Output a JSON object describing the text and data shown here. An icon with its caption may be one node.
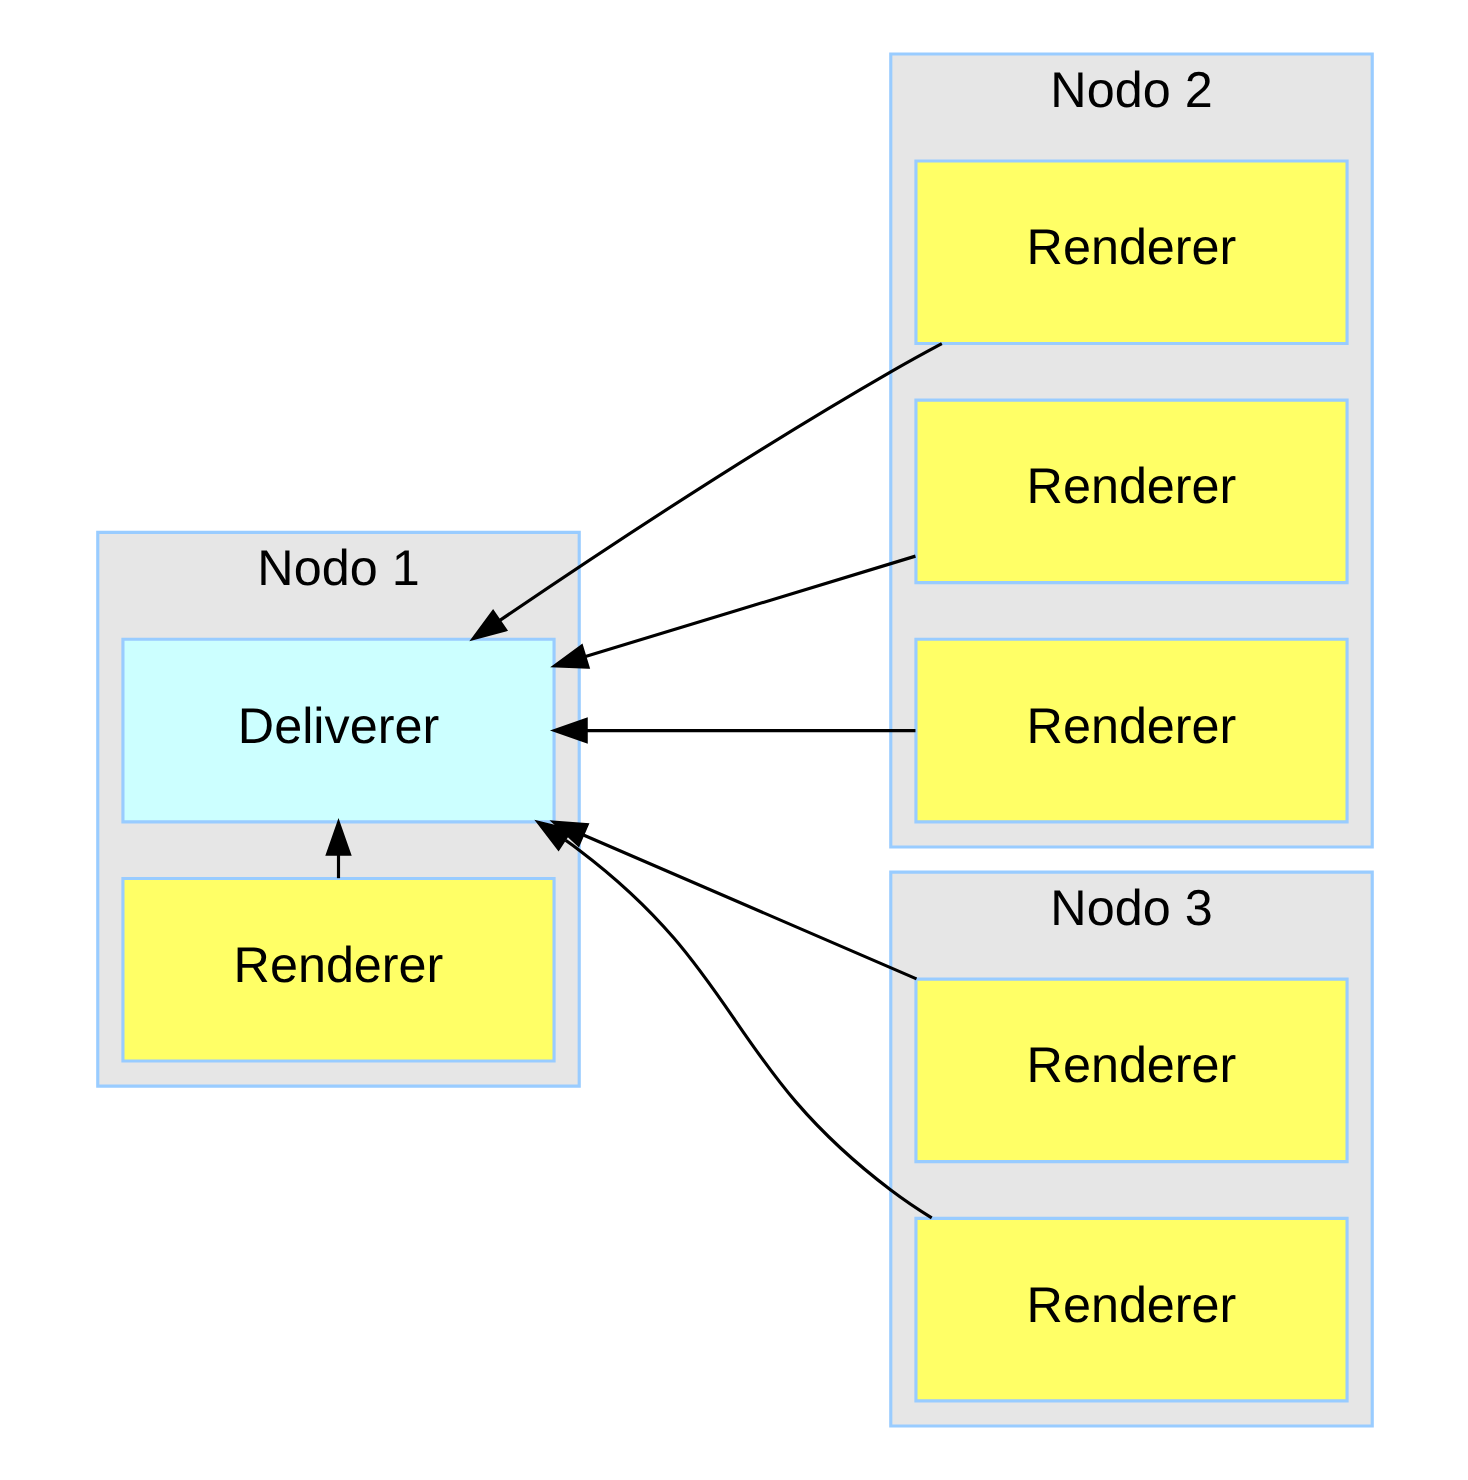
{
  "diagram": {
    "nodes": [
      {
        "text": [
          "Nodo 1"
        ]
      },
      {
        "text": [
          "Deliverer"
        ],
        "in": 0
      },
      {
        "text": [
          "Renderer"
        ],
        "in": 0
      },
      {
        "text": [
          "Nodo 2"
        ]
      },
      {
        "text": [
          "Renderer"
        ],
        "in": 3
      },
      {
        "text": [
          "Renderer"
        ],
        "in": 3
      },
      {
        "text": [
          "Renderer"
        ],
        "in": 3
      },
      {
        "text": [
          "Nodo 3"
        ]
      },
      {
        "text": [
          "Renderer"
        ],
        "in": 7
      },
      {
        "text": [
          "Renderer"
        ],
        "in": 7
      }
    ],
    "edges": [
      {
        "from": 2,
        "to": 1,
        "arrow": "to"
      },
      {
        "from": 4,
        "to": 1,
        "arrow": "to"
      },
      {
        "from": 5,
        "to": 1,
        "arrow": "to"
      },
      {
        "from": 6,
        "to": 1,
        "arrow": "to"
      },
      {
        "from": 8,
        "to": 1,
        "arrow": "to"
      },
      {
        "from": 9,
        "to": 1,
        "arrow": "to"
      }
    ]
  }
}
